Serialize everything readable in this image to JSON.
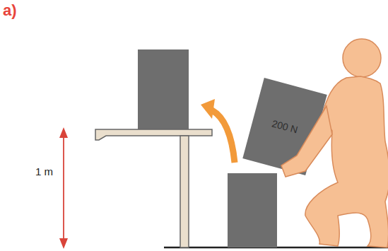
{
  "diagram": {
    "nodes": [
      {
        "text": [
          "200 N"
        ]
      }
    ],
    "labels": [
      "a)",
      "1 m"
    ]
  }
}
